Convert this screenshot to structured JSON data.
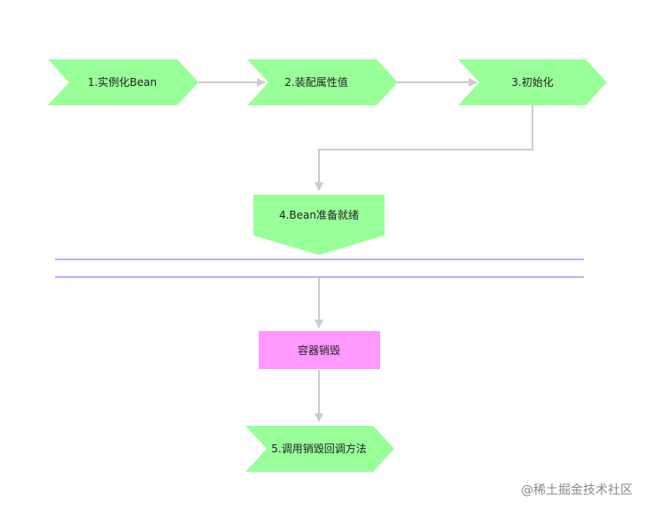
{
  "steps": {
    "instantiate": "1.实例化Bean",
    "populate": "2.装配属性值",
    "initialize": "3.初始化",
    "ready": "4.Bean准备就绪",
    "destroy_container": "容器销毁",
    "destroy_method": "5.调用销毁回调方法"
  },
  "watermark": "@稀土掘金技术社区",
  "colors": {
    "node_green": "#99ff99",
    "node_pink": "#ff99ff",
    "connector": "#cccccc",
    "divider": "#9999ff"
  }
}
